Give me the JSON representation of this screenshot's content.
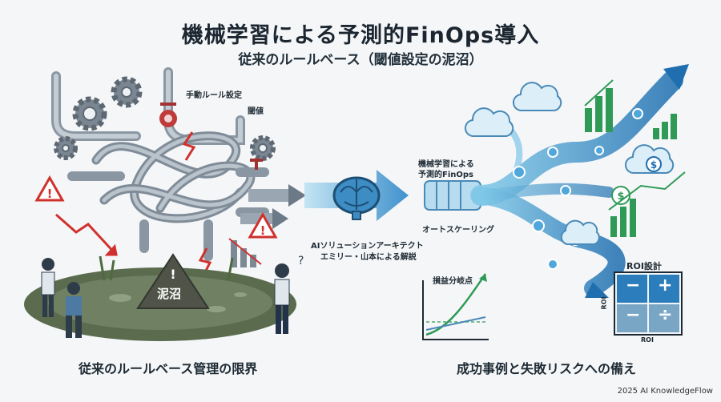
{
  "header": {
    "title": "機械学習による予測的FinOps導入",
    "subtitle": "従来のルールベース（閾値設定の泥沼）"
  },
  "left_panel": {
    "manual_rule_label": "手動ルール設定",
    "threshold_label": "閾値",
    "swamp_label": "泥沼",
    "caption": "従来のルールベース管理の限界"
  },
  "center": {
    "explainer_line1": "AIソリューションアーキテクト",
    "explainer_line2": "エミリー・山本による解説",
    "ml_label_line1": "機械学習による",
    "ml_label_line2": "予測的FinOps",
    "autoscaling_label": "オートスケーリング"
  },
  "right_panel": {
    "breakeven_label": "損益分岐点",
    "roi_title": "ROI設計",
    "roi_axis_y": "ROI",
    "roi_axis_x": "ROI",
    "roi_ops": [
      "−",
      "+",
      "−",
      "÷"
    ],
    "caption": "成功事例と失敗リスクへの備え"
  },
  "footer": {
    "credit": "2025 AI KnowledgeFlow"
  },
  "icons": [
    "gear-icon",
    "valve-icon",
    "warning-icon",
    "brain-icon",
    "cloud-icon",
    "dollar-icon",
    "bar-chart-icon",
    "person-icon"
  ]
}
